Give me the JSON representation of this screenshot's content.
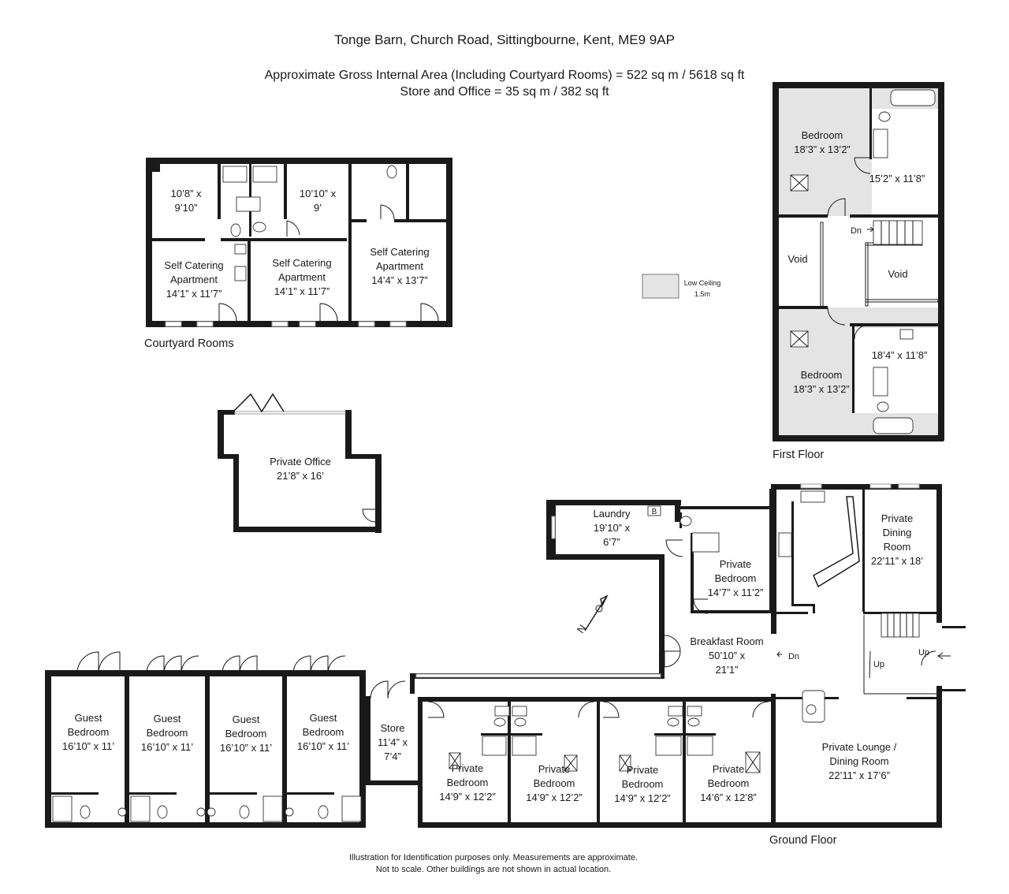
{
  "header": {
    "address": "Tonge Barn, Church Road, Sittingbourne, Kent, ME9 9AP",
    "area_line1": "Approximate Gross Internal Area (Including Courtyard Rooms) =  522 sq m / 5618 sq ft",
    "area_line2": "Store and Office = 35 sq m / 382 sq ft"
  },
  "sections": {
    "courtyard": "Courtyard Rooms",
    "first_floor": "First Floor",
    "ground_floor": "Ground Floor"
  },
  "courtyard_rooms": [
    {
      "l1": "10’8” x",
      "l2": "9’10”"
    },
    {
      "l1": "10’10” x",
      "l2": "9’"
    },
    {
      "l1": "Self Catering",
      "l2": "Apartment",
      "l3": "14’1” x 11’7”"
    },
    {
      "l1": "Self Catering",
      "l2": "Apartment",
      "l3": "14’1” x 11’7”"
    },
    {
      "l1": "Self Catering",
      "l2": "Apartment",
      "l3": "14’4” x 13’7”"
    }
  ],
  "office": {
    "l1": "Private Office",
    "l2": "21’8” x 16’"
  },
  "low_ceiling": {
    "l1": "Low Ceiling",
    "l2": "1.5m"
  },
  "first_floor_rooms": {
    "bed_top": {
      "l1": "Bedroom",
      "l2": "18’3” x 13’2”"
    },
    "bath_top": {
      "l1": "15’2” x 11’8”"
    },
    "void_left": "Void",
    "void_right": "Void",
    "dn": "Dn",
    "bath_bottom": {
      "l1": "18’4” x 11’8”"
    },
    "bed_bottom": {
      "l1": "Bedroom",
      "l2": "18’3” x 13’2”"
    }
  },
  "ground_rooms": {
    "laundry": {
      "l1": "Laundry",
      "l2": "19’10” x",
      "l3": "6’7”",
      "boiler": "B"
    },
    "private_bedroom": {
      "l1": "Private",
      "l2": "Bedroom",
      "l3": "14’7” x 11’2”"
    },
    "private_dining": {
      "l1": "Private",
      "l2": "Dining",
      "l3": "Room",
      "l4": "22’11” x 18’"
    },
    "breakfast": {
      "l1": "Breakfast Room",
      "l2": "50’10” x",
      "l3": "21’1”"
    },
    "dn": "Dn",
    "up1": "Up",
    "up2": "Up",
    "lounge": {
      "l1": "Private Lounge /",
      "l2": "Dining Room",
      "l3": "22’11” x 17’6”"
    },
    "store": {
      "l1": "Store",
      "l2": "11’4” x",
      "l3": "7’4”"
    },
    "guest_bedrooms": [
      {
        "l1": "Guest",
        "l2": "Bedroom",
        "l3": "16’10” x 11’"
      },
      {
        "l1": "Guest",
        "l2": "Bedroom",
        "l3": "16’10” x 11’"
      },
      {
        "l1": "Guest",
        "l2": "Bedroom",
        "l3": "16’10” x 11’"
      },
      {
        "l1": "Guest",
        "l2": "Bedroom",
        "l3": "16’10” x 11’"
      }
    ],
    "private_bedrooms": [
      {
        "l1": "Private",
        "l2": "Bedroom",
        "l3": "14’9” x 12’2”"
      },
      {
        "l1": "Private",
        "l2": "Bedroom",
        "l3": "14’9” x 12’2”"
      },
      {
        "l1": "Private",
        "l2": "Bedroom",
        "l3": "14’9” x 12’2”"
      },
      {
        "l1": "Private",
        "l2": "Bedroom",
        "l3": "14’6” x 12’8”"
      }
    ]
  },
  "compass": {
    "label": "N"
  },
  "footer": {
    "line1": "Illustration for Identification purposes only.  Measurements are approximate.",
    "line2": "Not to scale.  Other buildings are not shown in actual location."
  }
}
